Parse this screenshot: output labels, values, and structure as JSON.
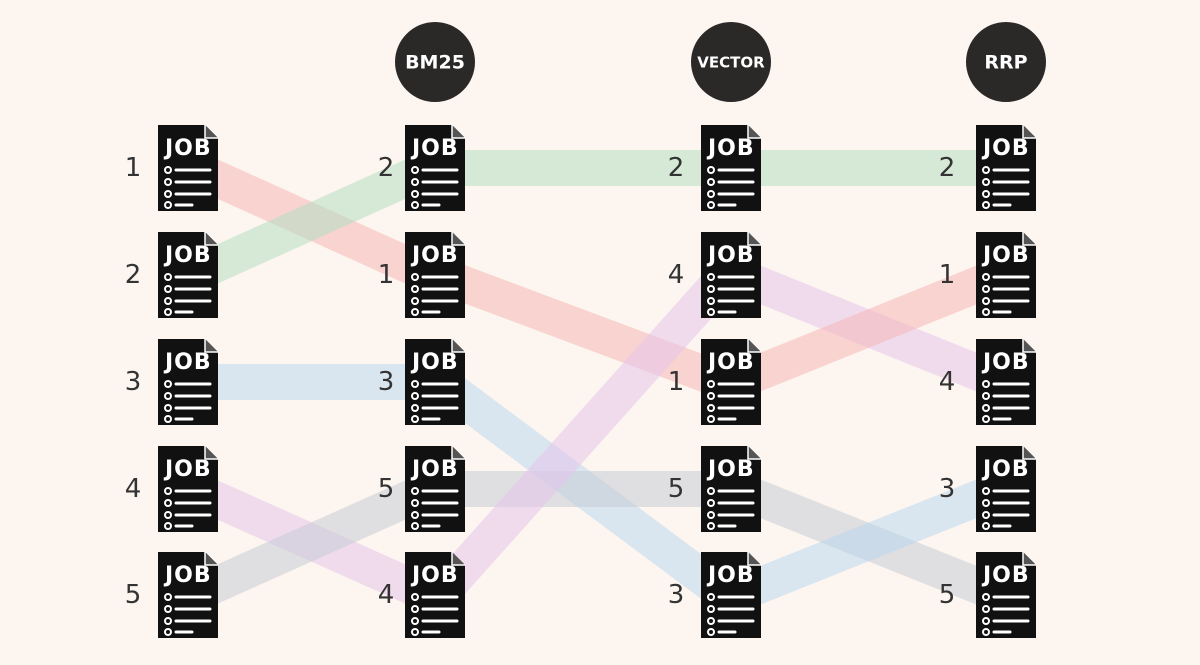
{
  "diagram": {
    "headers": [
      {
        "id": "bm25",
        "label": "BM25"
      },
      {
        "id": "vector",
        "label": "VECTOR"
      },
      {
        "id": "rrp",
        "label": "RRP"
      }
    ],
    "doc_label": "JOB",
    "colors": {
      "background": "#fdf6f0",
      "header_circle": "#2b2828",
      "doc_ink": "#111111",
      "doc_paper": "#ffffff",
      "doc_id": "#333333"
    },
    "columns": [
      {
        "id": "original",
        "header": null,
        "order": [
          "1",
          "2",
          "3",
          "4",
          "5"
        ]
      },
      {
        "id": "bm25",
        "header": "bm25",
        "order": [
          "2",
          "1",
          "3",
          "5",
          "4"
        ]
      },
      {
        "id": "vector",
        "header": "vector",
        "order": [
          "2",
          "4",
          "1",
          "5",
          "3"
        ]
      },
      {
        "id": "rrp",
        "header": "rrp",
        "order": [
          "2",
          "1",
          "4",
          "3",
          "5"
        ]
      }
    ],
    "doc_colors": {
      "1": "#f7b7b7",
      "2": "#b5dfc2",
      "3": "#bcd8ef",
      "4": "#e6c6ec",
      "5": "#c8ccd6"
    }
  }
}
